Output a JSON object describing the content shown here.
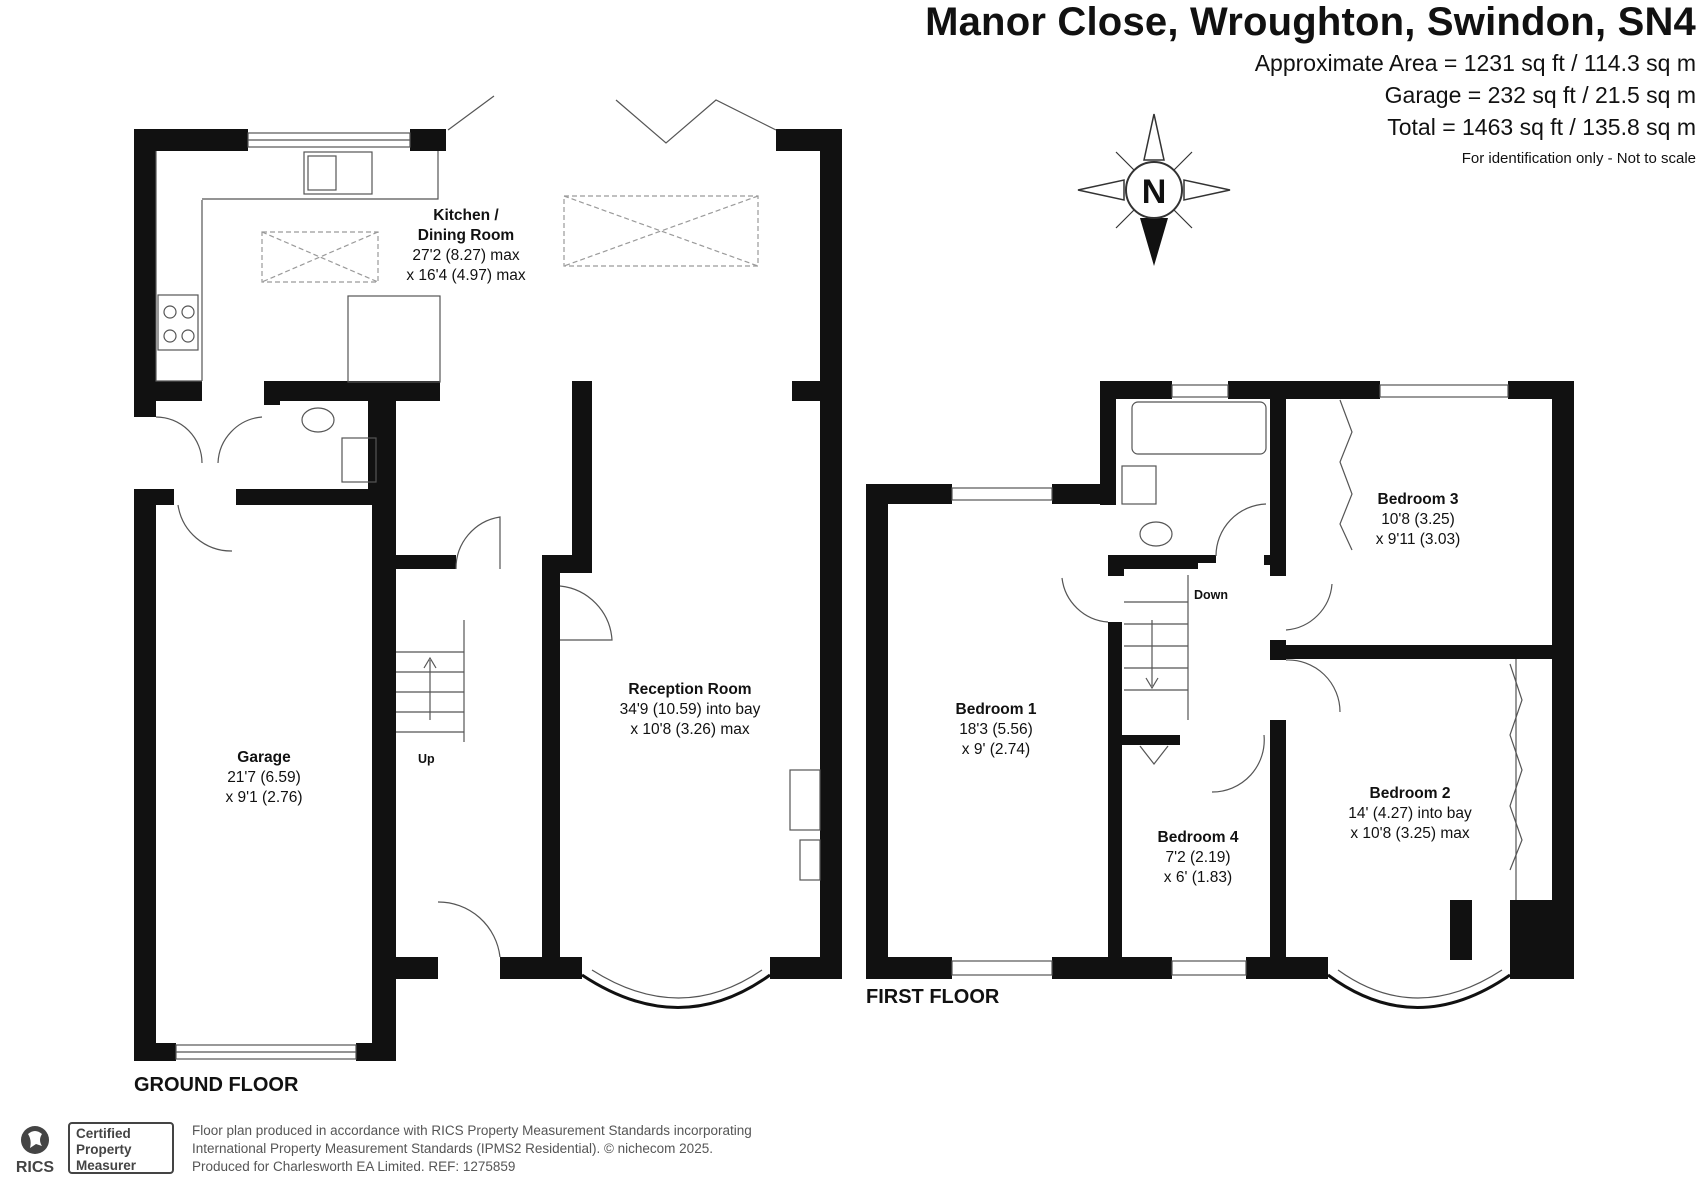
{
  "header": {
    "title": "Manor Close, Wroughton, Swindon, SN4",
    "area_approx": "Approximate Area = 1231 sq ft / 114.3 sq m",
    "area_garage": "Garage = 232 sq ft / 21.5 sq m",
    "area_total": "Total = 1463 sq ft / 135.8 sq m",
    "identification": "For identification only - Not to scale"
  },
  "compass": {
    "label": "N",
    "icon": "compass-rose-icon"
  },
  "floors": {
    "ground": "GROUND FLOOR",
    "first": "FIRST FLOOR"
  },
  "rooms": {
    "kitchen": {
      "name_line1": "Kitchen /",
      "name_line2": "Dining Room",
      "dim1": "27'2 (8.27) max",
      "dim2": "x 16'4 (4.97) max"
    },
    "reception": {
      "name": "Reception Room",
      "dim1": "34'9 (10.59) into bay",
      "dim2": "x 10'8 (3.26) max"
    },
    "garage": {
      "name": "Garage",
      "dim1": "21'7 (6.59)",
      "dim2": "x 9'1 (2.76)"
    },
    "bedroom1": {
      "name": "Bedroom 1",
      "dim1": "18'3 (5.56)",
      "dim2": "x 9' (2.74)"
    },
    "bedroom2": {
      "name": "Bedroom 2",
      "dim1": "14' (4.27) into bay",
      "dim2": "x 10'8 (3.25) max"
    },
    "bedroom3": {
      "name": "Bedroom 3",
      "dim1": "10'8 (3.25)",
      "dim2": "x 9'11 (3.03)"
    },
    "bedroom4": {
      "name": "Bedroom 4",
      "dim1": "7'2 (2.19)",
      "dim2": "x 6' (1.83)"
    }
  },
  "stairs": {
    "up": "Up",
    "down": "Down"
  },
  "footer": {
    "line1": "Floor plan produced in accordance with RICS Property Measurement Standards incorporating",
    "line2": "International Property Measurement Standards (IPMS2 Residential).  © nichecom 2025.",
    "line3": "Produced for Charlesworth EA Limited.   REF:  1275859",
    "rics_logo": "RICS",
    "cert_line1": "Certified",
    "cert_line2": "Property",
    "cert_line3": "Measurer"
  },
  "colors": {
    "wall": "#111111",
    "fixture": "#555555",
    "dashed": "#9a9a9a"
  }
}
